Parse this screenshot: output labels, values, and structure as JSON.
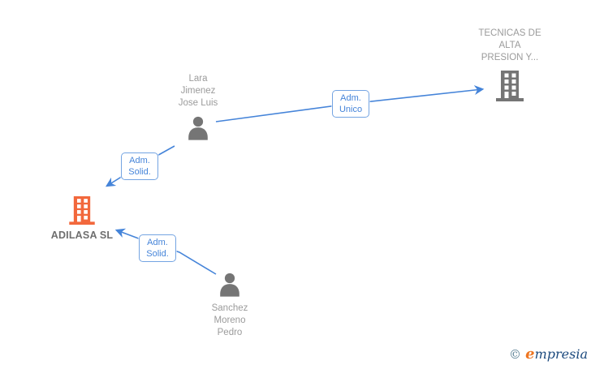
{
  "colors": {
    "accent_blue": "#4584d9",
    "label_border": "#74a4e2",
    "node_gray": "#757575",
    "caption_gray": "#9b9b9b",
    "caption_dark": "#6e6e6e",
    "highlight_orange": "#f2683c",
    "brand_orange": "#ee7622",
    "brand_navy": "#1c4a7e",
    "brand_copyright": "#567d92"
  },
  "diagram": {
    "nodes": {
      "tecnicas": {
        "type": "company",
        "lines": [
          "TECNICAS DE",
          "ALTA",
          "PRESION Y..."
        ]
      },
      "lara": {
        "type": "person",
        "lines": [
          "Lara",
          "Jimenez",
          "Jose Luis"
        ]
      },
      "adilasa": {
        "type": "company",
        "label": "ADILASA SL"
      },
      "sanchez": {
        "type": "person",
        "lines": [
          "Sanchez",
          "Moreno",
          "Pedro"
        ]
      }
    },
    "edges": {
      "adm_unico": {
        "from": "Lara Jimenez Jose Luis",
        "to": "TECNICAS DE ALTA PRESION Y...",
        "lines": [
          "Adm.",
          "Unico"
        ]
      },
      "adm_solid_1": {
        "from": "Lara Jimenez Jose Luis",
        "to": "ADILASA SL",
        "lines": [
          "Adm.",
          "Solid."
        ]
      },
      "adm_solid_2": {
        "from": "Sanchez Moreno Pedro",
        "to": "ADILASA SL",
        "lines": [
          "Adm.",
          "Solid."
        ]
      }
    }
  },
  "watermark": {
    "copyright_symbol": "©",
    "brand_initial": "e",
    "brand_rest": "mpresia"
  }
}
